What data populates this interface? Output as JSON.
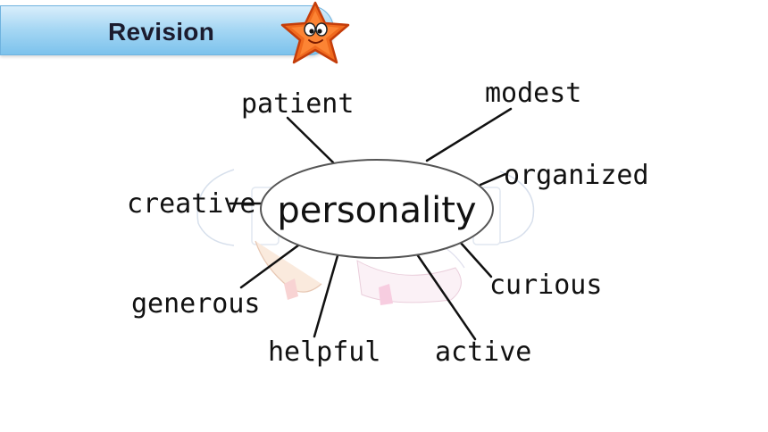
{
  "header": {
    "title": "Revision"
  },
  "mindmap": {
    "center": "personality",
    "words": [
      {
        "id": "patient",
        "label": "patient"
      },
      {
        "id": "modest",
        "label": "modest"
      },
      {
        "id": "organized",
        "label": "organized"
      },
      {
        "id": "creative",
        "label": "creative"
      },
      {
        "id": "curious",
        "label": "curious"
      },
      {
        "id": "generous",
        "label": "generous"
      },
      {
        "id": "helpful",
        "label": "helpful"
      },
      {
        "id": "active",
        "label": "active"
      }
    ]
  },
  "colors": {
    "banner": "#a8d8f4",
    "star": "#f06a1e",
    "line": "#111111"
  }
}
